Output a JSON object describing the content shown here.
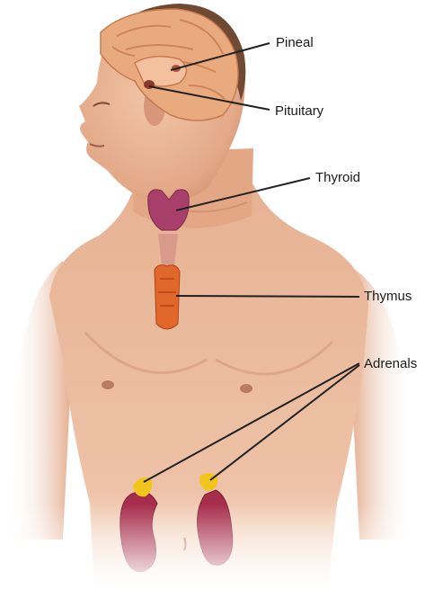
{
  "labels": {
    "pineal": "Pineal",
    "pituitary": "Pituitary",
    "thyroid": "Thyroid",
    "thymus": "Thymus",
    "adrenals": "Adrenals"
  },
  "colors": {
    "skin": "#e9b596",
    "skin_shadow": "#c98667",
    "hair": "#6e4a32",
    "brain": "#e9ab7e",
    "brain_fold": "#c97a52",
    "thyroid": "#a83f6a",
    "thymus": "#e2672b",
    "kidney": "#a72d4c",
    "adrenal": "#f2c51c",
    "leader_line": "#222222"
  }
}
